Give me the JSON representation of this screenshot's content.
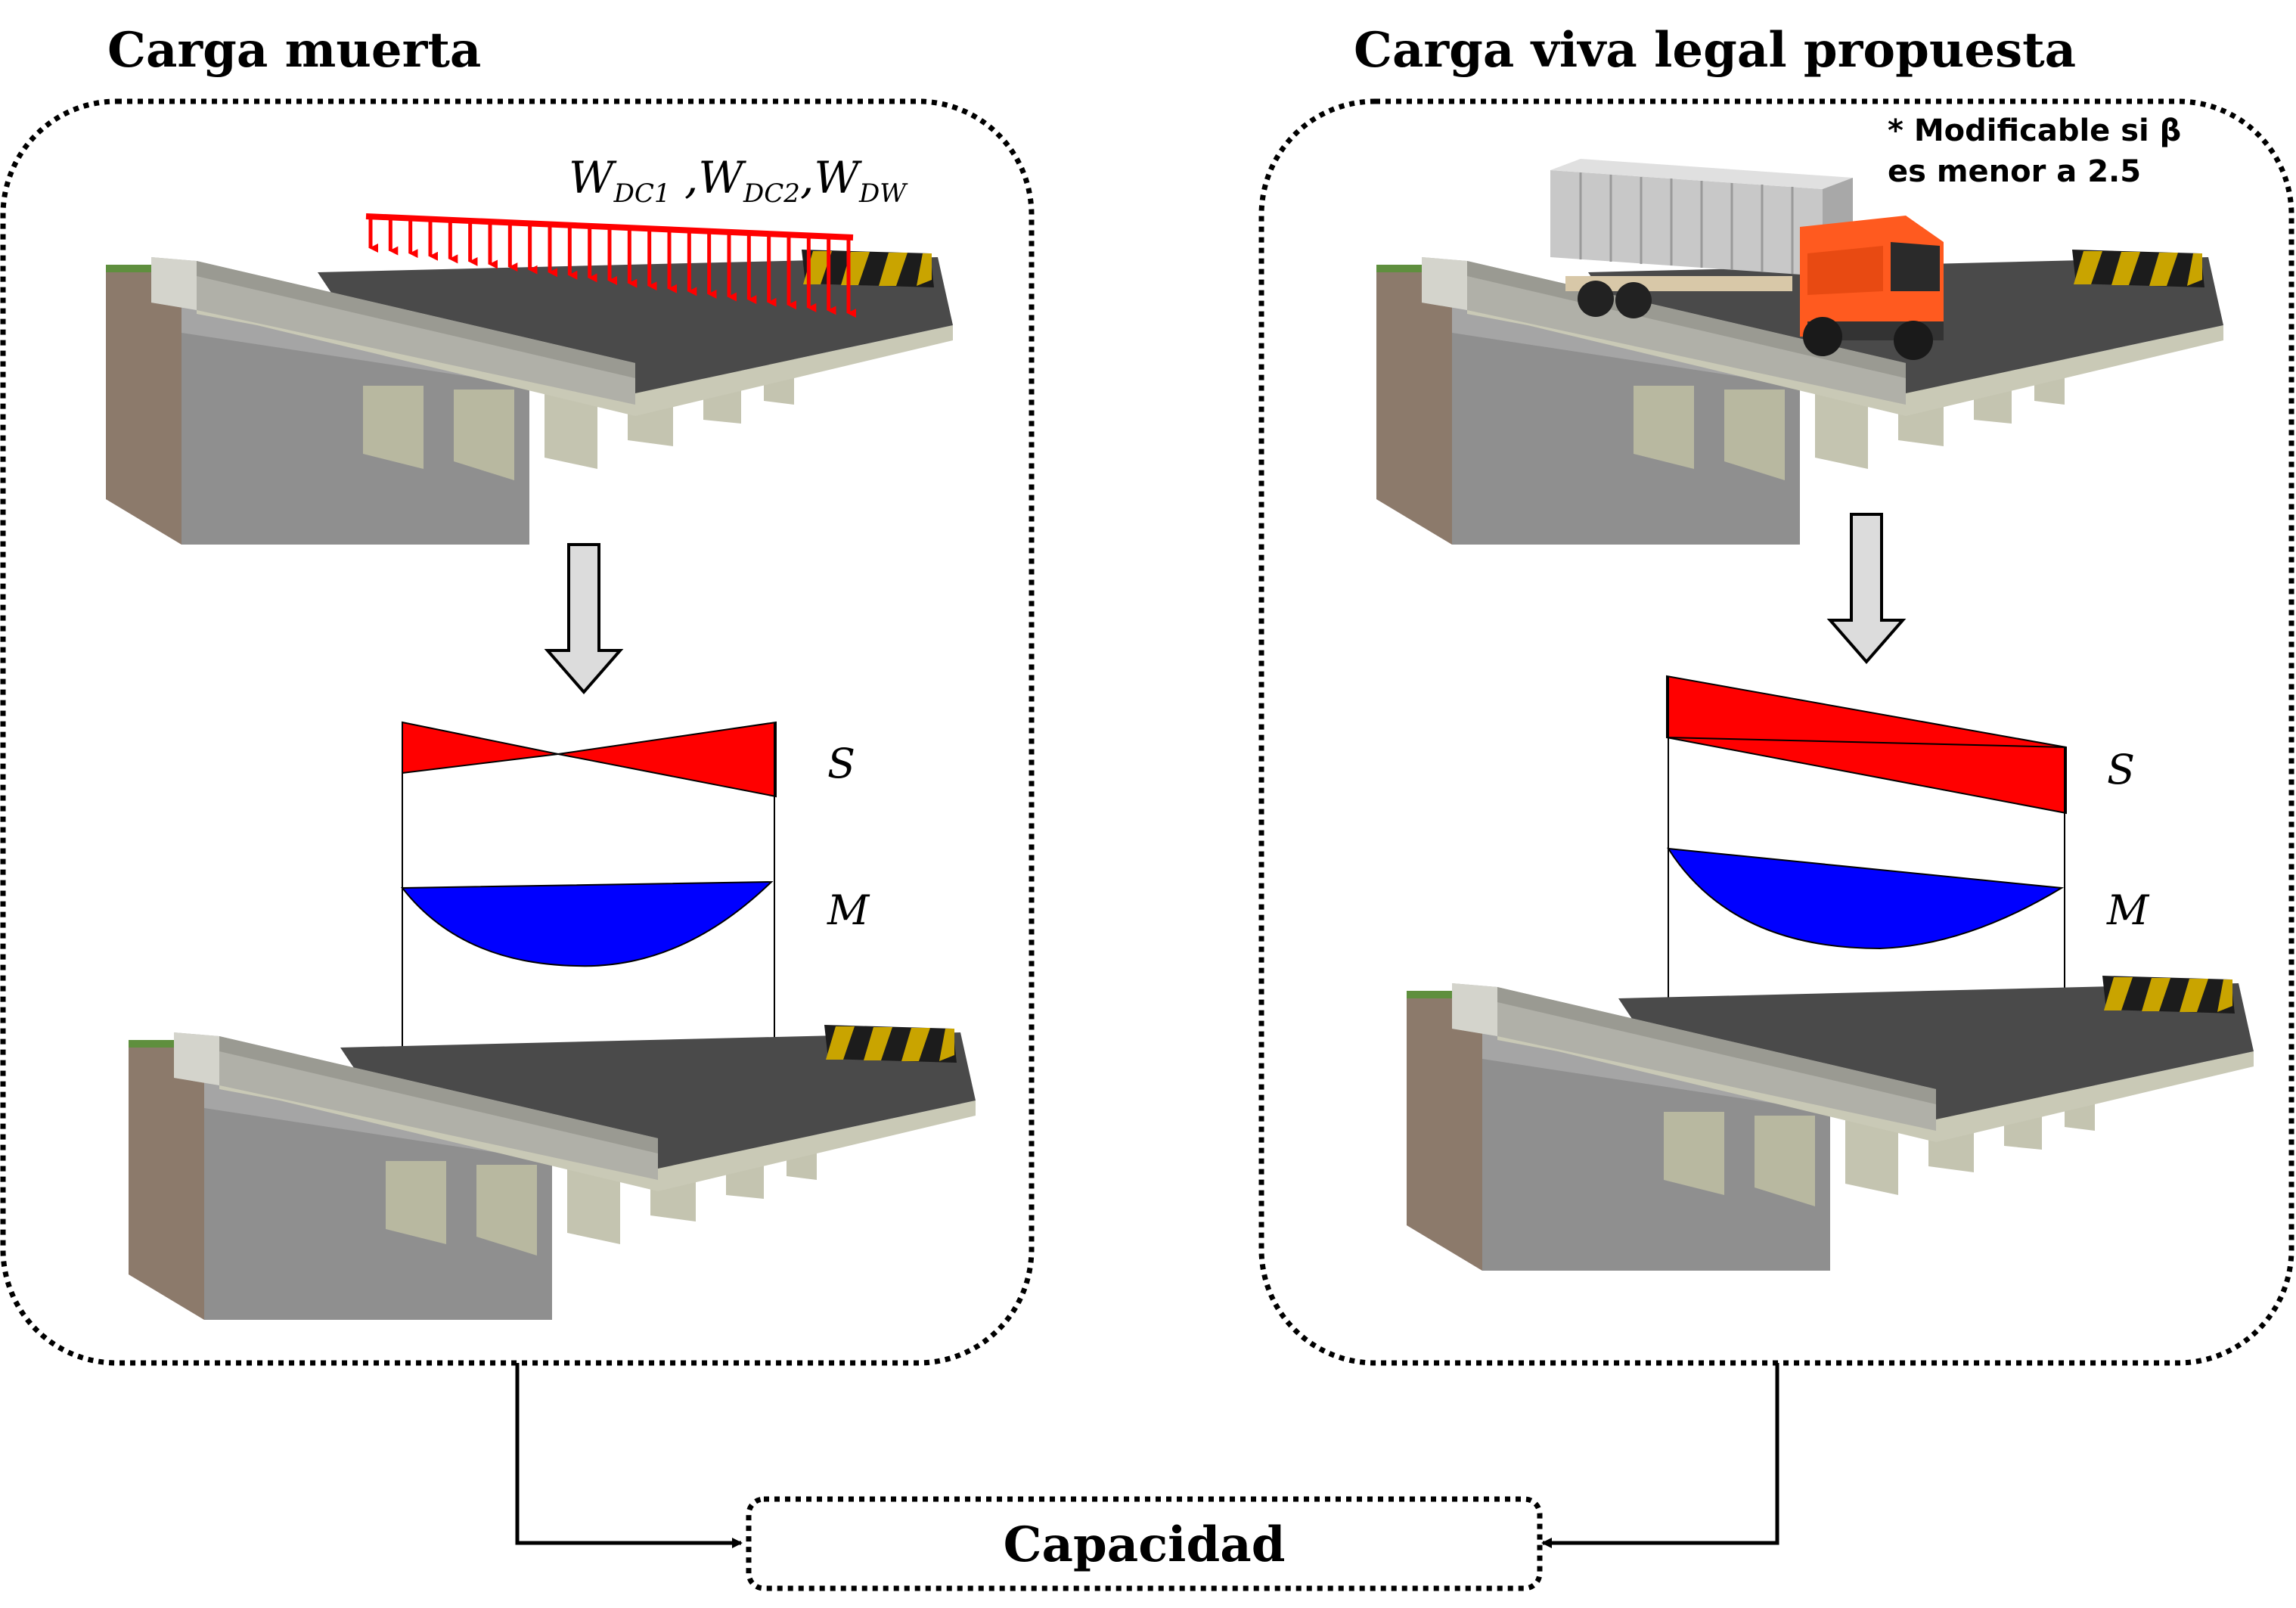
{
  "left_panel": {
    "title": "Carga muerta",
    "load_labels": [
      {
        "base": "W",
        "sub": "DC1"
      },
      {
        "base": "W",
        "sub": "DC2"
      },
      {
        "base": "W",
        "sub": "DW"
      }
    ],
    "shear_label": "S",
    "moment_label": "M"
  },
  "right_panel": {
    "title": "Carga viva legal propuesta",
    "note_line1": "* Modificable si β",
    "note_line2": "es menor a 2.5",
    "shear_label": "S",
    "moment_label": "M"
  },
  "result_box": {
    "label": "Capacidad"
  },
  "colors": {
    "shear": "#ff0000",
    "moment": "#0000ff",
    "load_arrows": "#ff0000",
    "truck_cab": "#ff5a1f",
    "container": "#c8c8c8",
    "concrete": "#b8b8a8",
    "asphalt": "#4a4a4a",
    "abutment": "#8c7a6b",
    "hazard_yellow": "#c9a400",
    "arrow_fill": "#dcdcdc"
  },
  "icons": [
    "dead-load-arrows-icon",
    "bridge-icon",
    "truck-icon",
    "down-arrow-icon"
  ]
}
